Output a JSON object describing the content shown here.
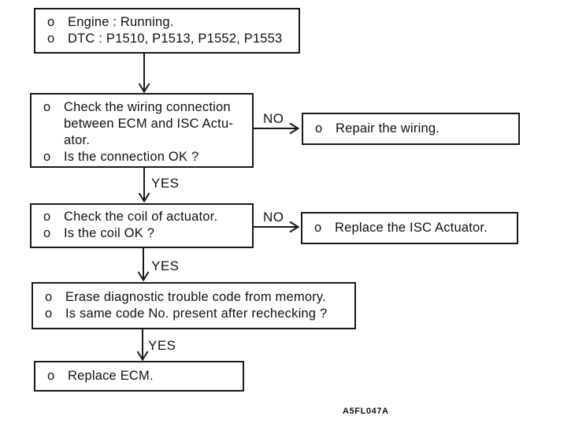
{
  "diagram": {
    "title": "ISC Actuator DTC troubleshooting flowchart",
    "bullet": "o",
    "figure_code": "A5FL047A",
    "labels": {
      "yes": "YES",
      "no": "NO"
    },
    "colors": {
      "line": "#1a1a1a",
      "background": "#ffffff"
    },
    "boxes": {
      "start": {
        "items": [
          {
            "lines": [
              "Engine : Running."
            ]
          },
          {
            "lines": [
              "DTC : P1510, P1513, P1552, P1553"
            ]
          }
        ]
      },
      "check_wiring": {
        "items": [
          {
            "lines": [
              "Check the wiring connection",
              "between ECM and ISC Actu-",
              "ator."
            ]
          },
          {
            "lines": [
              "Is the connection OK ?"
            ]
          }
        ]
      },
      "repair_wiring": {
        "items": [
          {
            "lines": [
              "Repair the wiring."
            ]
          }
        ]
      },
      "check_coil": {
        "items": [
          {
            "lines": [
              "Check the coil of actuator."
            ]
          },
          {
            "lines": [
              "Is the coil OK ?"
            ]
          }
        ]
      },
      "replace_isc": {
        "items": [
          {
            "lines": [
              "Replace the ISC Actuator."
            ]
          }
        ]
      },
      "erase_dtc": {
        "items": [
          {
            "lines": [
              "Erase diagnostic trouble code from memory."
            ]
          },
          {
            "lines": [
              "Is same code No. present after rechecking ?"
            ]
          }
        ]
      },
      "replace_ecm": {
        "items": [
          {
            "lines": [
              "Replace ECM."
            ]
          }
        ]
      }
    }
  }
}
